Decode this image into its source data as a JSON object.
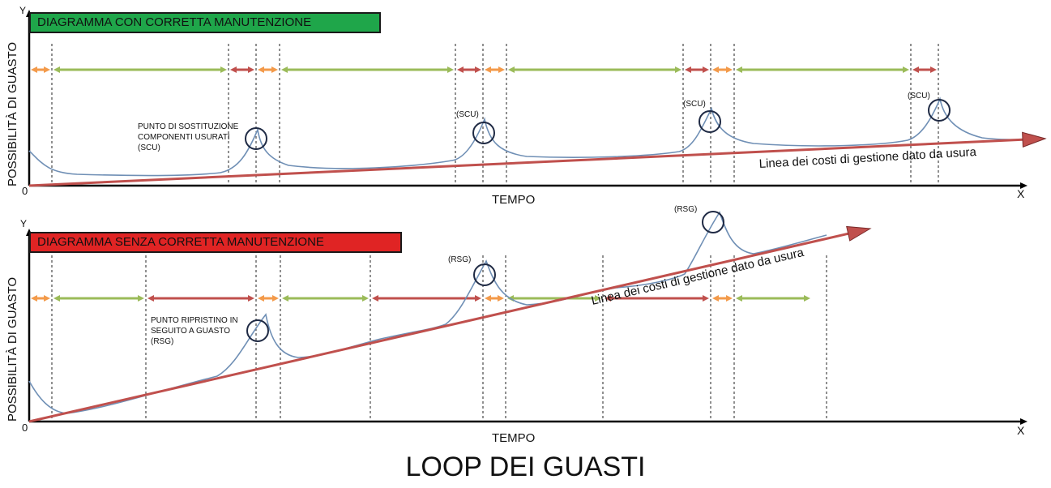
{
  "panels": [
    {
      "title": "DIAGRAMMA CON CORRETTA MANUTENZIONE",
      "title_color": "#1fa64a",
      "y_axis_label": "POSSIBILITÀ DI GUASTO",
      "x_axis_label": "TEMPO",
      "axis_x": "X",
      "axis_y": "Y",
      "origin": "0",
      "trend_label": "Linea dei costi di gestione dato da usura",
      "point_label": "PUNTO DI SOSTITUZIONE COMPONENTI USURATI (SCU)",
      "point_label_lines": [
        "PUNTO DI SOSTITUZIONE",
        "COMPONENTI USURATI",
        "(SCU)"
      ],
      "peak_labels": [
        "(SCU)",
        "(SCU)",
        "(SCU)"
      ]
    },
    {
      "title": "DIAGRAMMA SENZA CORRETTA MANUTENZIONE",
      "title_color": "#e02424",
      "y_axis_label": "POSSIBILITÀ DI GUASTO",
      "x_axis_label": "TEMPO",
      "axis_x": "X",
      "axis_y": "Y",
      "origin": "0",
      "trend_label": "Linea dei costi di gestione dato da usura",
      "point_label": "PUNTO RIPRISTINO IN SEGUITO A GUASTO (RSG)",
      "point_label_lines": [
        "PUNTO RIPRISTINO IN",
        "SEGUITO A GUASTO",
        "(RSG)"
      ],
      "peak_labels": [
        "(RSG)",
        "(RSG)"
      ]
    }
  ],
  "footer_title": "LOOP DEI GUASTI",
  "colors": {
    "curve": "#6f8fb5",
    "trend_line": "#c0504d",
    "arrow_orange": "#f39a4a",
    "arrow_green": "#9bbb59",
    "arrow_red": "#c0504d",
    "circle": "#1f2a44"
  }
}
